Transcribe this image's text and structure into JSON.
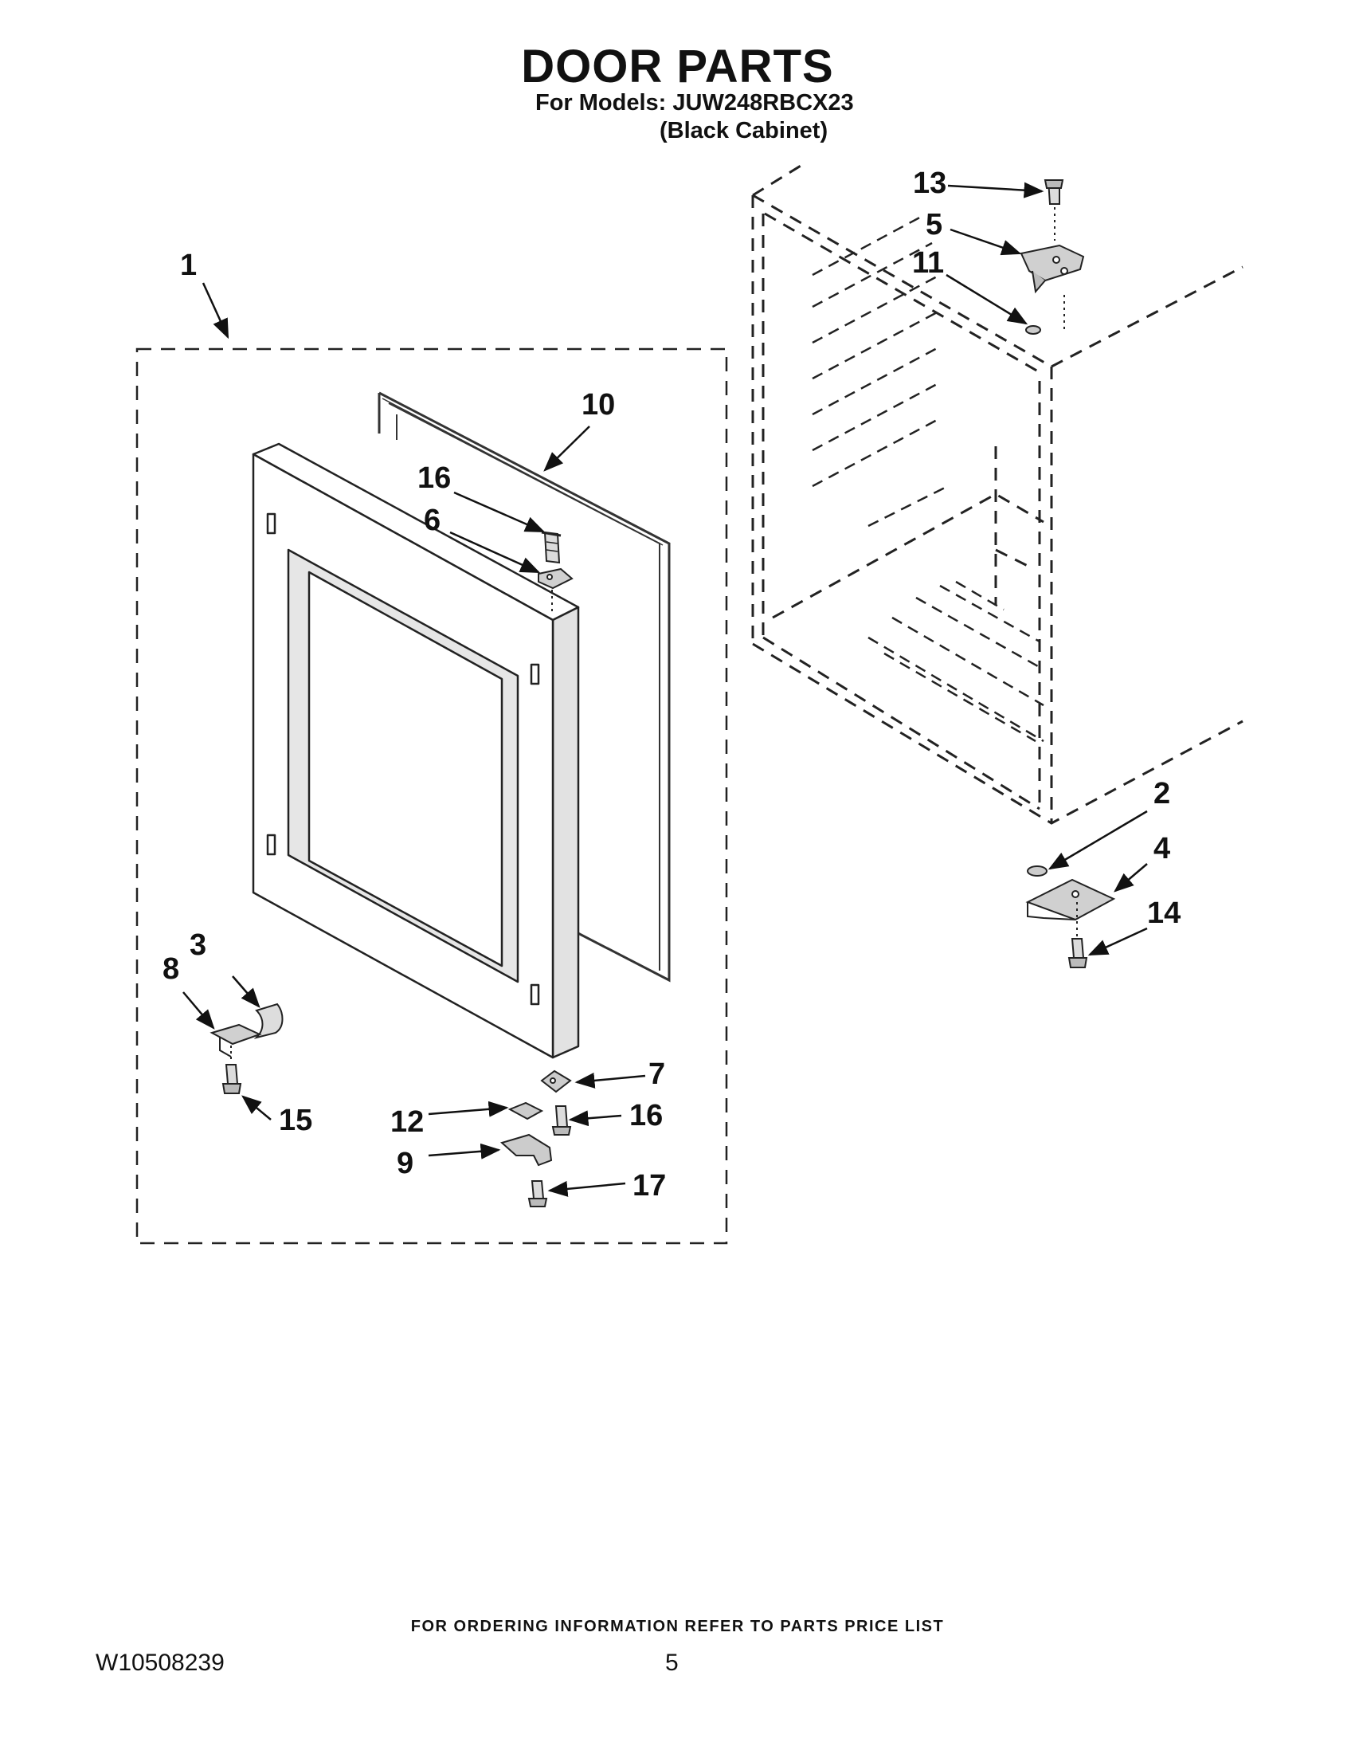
{
  "header": {
    "title": "DOOR PARTS",
    "models_line": "For Models: JUW248RBCX23",
    "cabinet_line": "(Black Cabinet)"
  },
  "callouts": {
    "p1": "1",
    "p2": "2",
    "p3": "3",
    "p4": "4",
    "p5": "5",
    "p6": "6",
    "p7": "7",
    "p8": "8",
    "p9": "9",
    "p10": "10",
    "p11": "11",
    "p12": "12",
    "p13": "13",
    "p14": "14",
    "p15": "15",
    "p16a": "16",
    "p16b": "16",
    "p17": "17"
  },
  "footer": {
    "ordering_note": "FOR ORDERING INFORMATION REFER TO PARTS PRICE LIST",
    "doc_number": "W10508239",
    "page_number": "5"
  }
}
